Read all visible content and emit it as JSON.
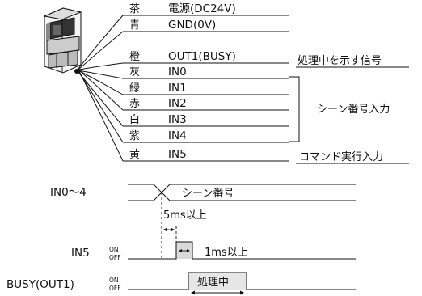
{
  "wires": [
    {
      "color": "茶",
      "signal": "電源(DC24V)"
    },
    {
      "color": "青",
      "signal": "GND(0V)"
    },
    {
      "color": "橙",
      "signal": "OUT1(BUSY)"
    },
    {
      "color": "灰",
      "signal": "IN0"
    },
    {
      "color": "緑",
      "signal": "IN1"
    },
    {
      "color": "赤",
      "signal": "IN2"
    },
    {
      "color": "白",
      "signal": "IN3"
    },
    {
      "color": "紫",
      "signal": "IN4"
    },
    {
      "color": "黄",
      "signal": "IN5"
    }
  ],
  "functions": {
    "busy": "処理中を示す信号",
    "scene_select": "シーン番号入力",
    "trigger": "コマンド実行入力"
  },
  "timing": {
    "rows": [
      {
        "label": "IN0～4",
        "content": "シーン番号"
      },
      {
        "label": "IN5",
        "on": "ON",
        "off": "OFF"
      },
      {
        "label": "BUSY(OUT1)",
        "on": "ON",
        "off": "OFF",
        "content": "処理中"
      }
    ],
    "setup_time": "5ms以上",
    "pulse_width": "1ms以上"
  }
}
